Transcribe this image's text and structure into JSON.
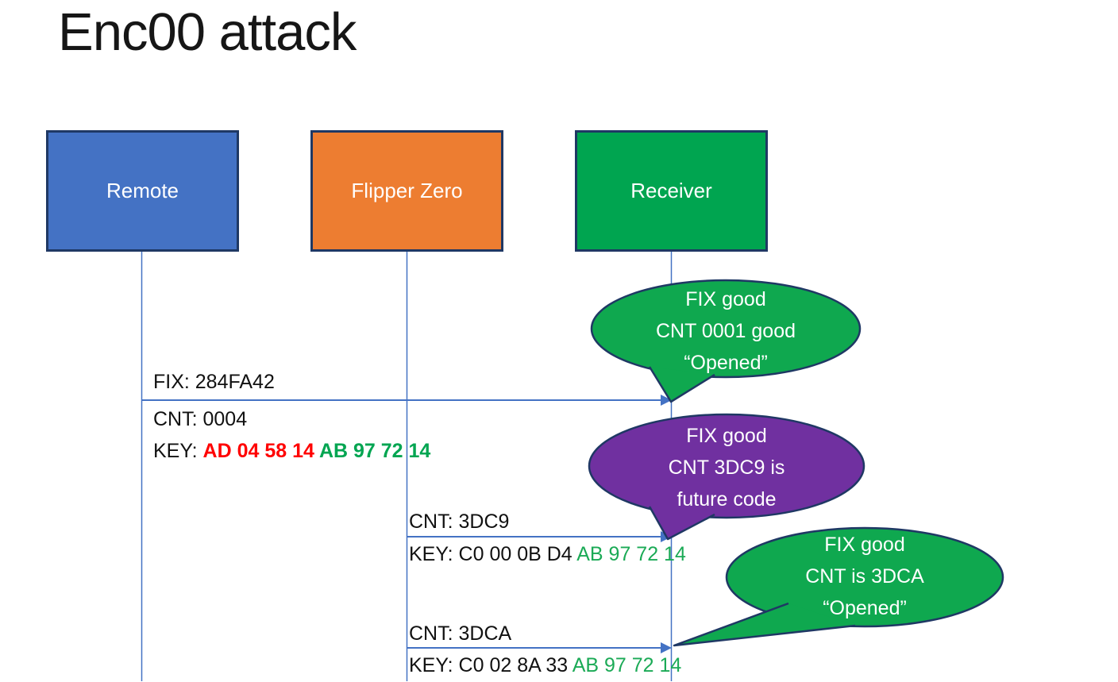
{
  "title": "Enc00 attack",
  "actors": [
    {
      "label": "Remote",
      "color": "#4472C4"
    },
    {
      "label": "Flipper Zero",
      "color": "#ED7D31"
    },
    {
      "label": "Receiver",
      "color": "#00A550"
    }
  ],
  "colors": {
    "shape_border": "#1F3864",
    "line_blue": "#4472C4",
    "key_red": "#FF0000",
    "key_green": "#00A551",
    "callout_green": "#0FA84F",
    "callout_purple": "#7030A0",
    "text_black": "#111111",
    "text_white": "#FFFFFF"
  },
  "messages": {
    "m1": {
      "fix": "FIX: 284FA42",
      "cnt": "CNT: 0004",
      "key_label": "KEY: ",
      "key_red": "AD 04 58 14 ",
      "key_green": "AB 97 72 14"
    },
    "m2": {
      "cnt": "CNT: 3DC9",
      "key_black": "KEY: C0 00 0B D4 ",
      "key_green": "AB 97 72 14"
    },
    "m3": {
      "cnt": "CNT: 3DCA",
      "key_black": "KEY: C0 02 8A 33 ",
      "key_green": "AB 97 72 14"
    }
  },
  "callouts": {
    "c1": {
      "line1": "FIX good",
      "line2": "CNT 0001 good",
      "line3": "“Opened”"
    },
    "c2": {
      "line1": "FIX good",
      "line2": "CNT 3DC9 is",
      "line3": "future code"
    },
    "c3": {
      "line1": "FIX good",
      "line2": "CNT is 3DCA",
      "line3": "“Opened”"
    }
  }
}
